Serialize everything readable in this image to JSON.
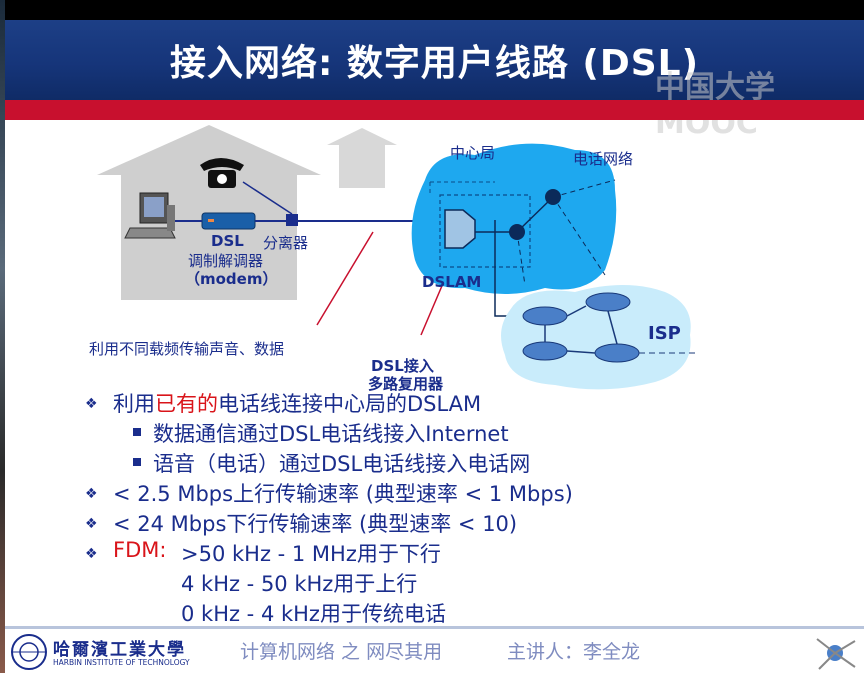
{
  "slide": {
    "title": "接入网络: 数字用户线路 (DSL)",
    "watermark": "中国大学MOOC"
  },
  "diagram": {
    "central_office_label": "中心局",
    "phone_network_label": "电话网络",
    "dslam_label": "DSLAM",
    "isp_label": "ISP",
    "splitter_label": "分离器",
    "modem_label_line1": "DSL",
    "modem_label_line2": "调制解调器",
    "modem_label_line3": "（modem）",
    "frequency_note": "利用不同载频传输声音、数据",
    "dslam_caption_line1": "DSL接入",
    "dslam_caption_line2": "多路复用器"
  },
  "bullets": {
    "b1_prefix": "利用",
    "b1_highlight": "已有的",
    "b1_suffix": "电话线连接中心局的DSLAM",
    "b1_sub1": "数据通信通过DSL电话线接入Internet",
    "b1_sub2": "语音（电话）通过DSL电话线接入电话网",
    "b2": "< 2.5 Mbps上行传输速率 (典型速率 < 1 Mbps)",
    "b3": "< 24 Mbps下行传输速率 (典型速率 < 10)",
    "b4_label": "FDM:",
    "b4_line1": ">50 kHz - 1 MHz用于下行",
    "b4_line2": "4 kHz - 50 kHz用于上行",
    "b4_line3": "0 kHz - 4 kHz用于传统电话"
  },
  "footer": {
    "school_cn": "哈爾濱工業大學",
    "school_en": "HARBIN INSTITUTE OF TECHNOLOGY",
    "course": "计算机网络 之 网尽其用",
    "speaker": "主讲人：李全龙"
  },
  "colors": {
    "title_bg": "#16357a",
    "accent_red": "#c8102e",
    "text_blue": "#1a2d8c",
    "cloud_blue": "#1ea8ef",
    "isp_cloud": "#c9ecfb"
  }
}
